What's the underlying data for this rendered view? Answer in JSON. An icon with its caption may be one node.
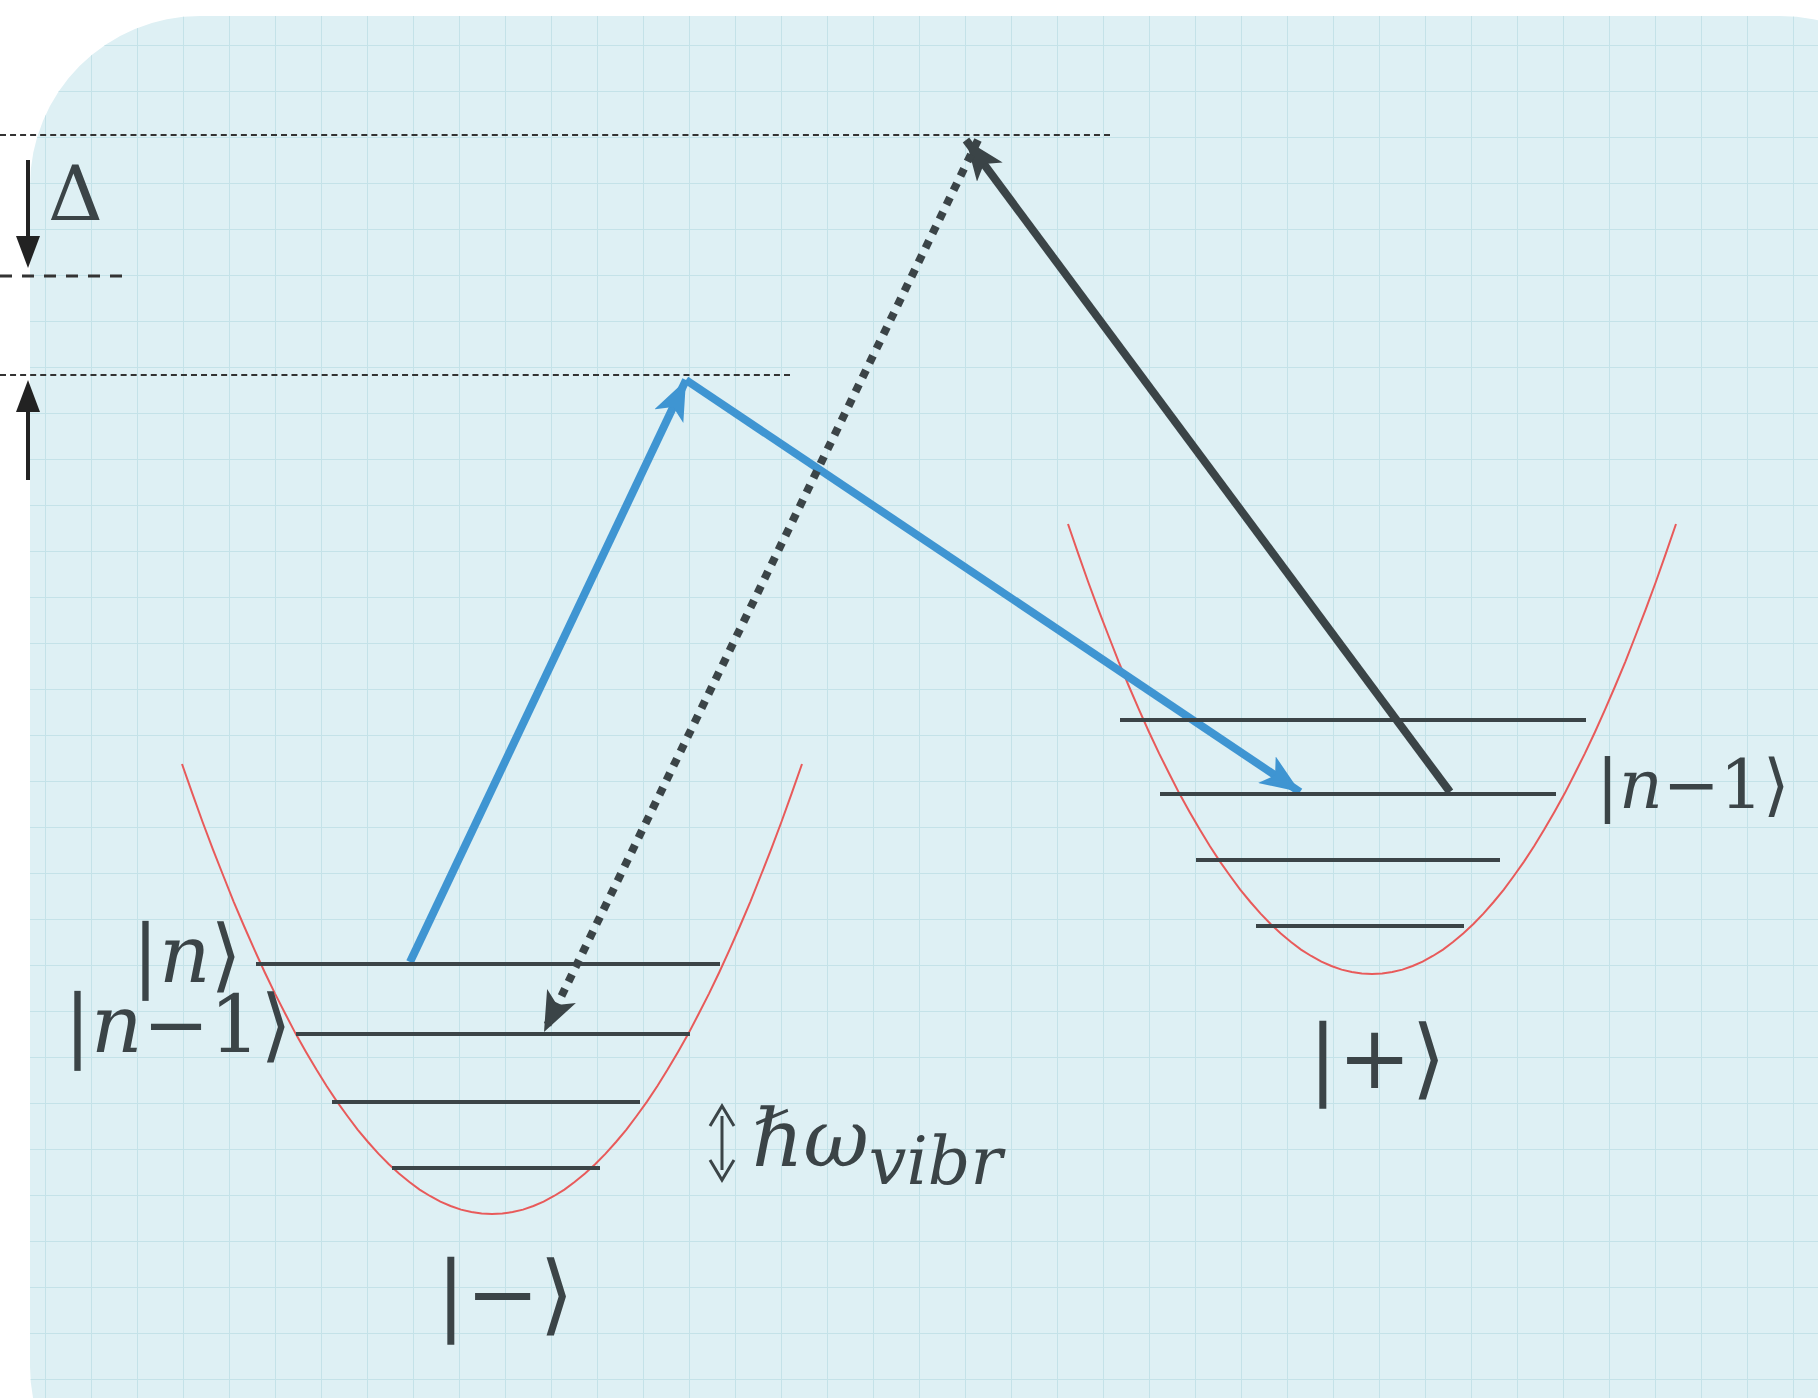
{
  "diagram": {
    "nodes": [
      {
        "text": [],
        "shape": "bar"
      },
      {
        "text": [],
        "shape": "bar"
      },
      {
        "text": [],
        "shape": "bar",
        "beside": [
          "|*n*⟩"
        ]
      },
      {
        "text": [],
        "shape": "bar",
        "beside": [
          "|*n*−1⟩"
        ]
      },
      {
        "text": [],
        "shape": "bar"
      },
      {
        "text": [],
        "shape": "bar"
      },
      {
        "text": [],
        "shape": "bar"
      },
      {
        "text": [],
        "shape": "bar",
        "beside": [
          "|*n*−1⟩"
        ]
      },
      {
        "text": [],
        "shape": "bar"
      },
      {
        "text": [],
        "shape": "bar"
      }
    ],
    "edges": [
      {
        "from": 2,
        "to": 1,
        "arrow": "to",
        "color": "#3f95d2"
      },
      {
        "from": 1,
        "to": 7,
        "arrow": "to",
        "color": "#3f95d2"
      },
      {
        "from": 7,
        "to": 0,
        "arrow": "to",
        "color": "#3b4447"
      },
      {
        "from": 0,
        "to": 3,
        "arrow": "to",
        "style": "dashed",
        "color": "#3b4447"
      }
    ],
    "labels": [
      "Δ",
      "ℏω$_{vibr}$",
      "|−⟩",
      "|+⟩"
    ]
  }
}
